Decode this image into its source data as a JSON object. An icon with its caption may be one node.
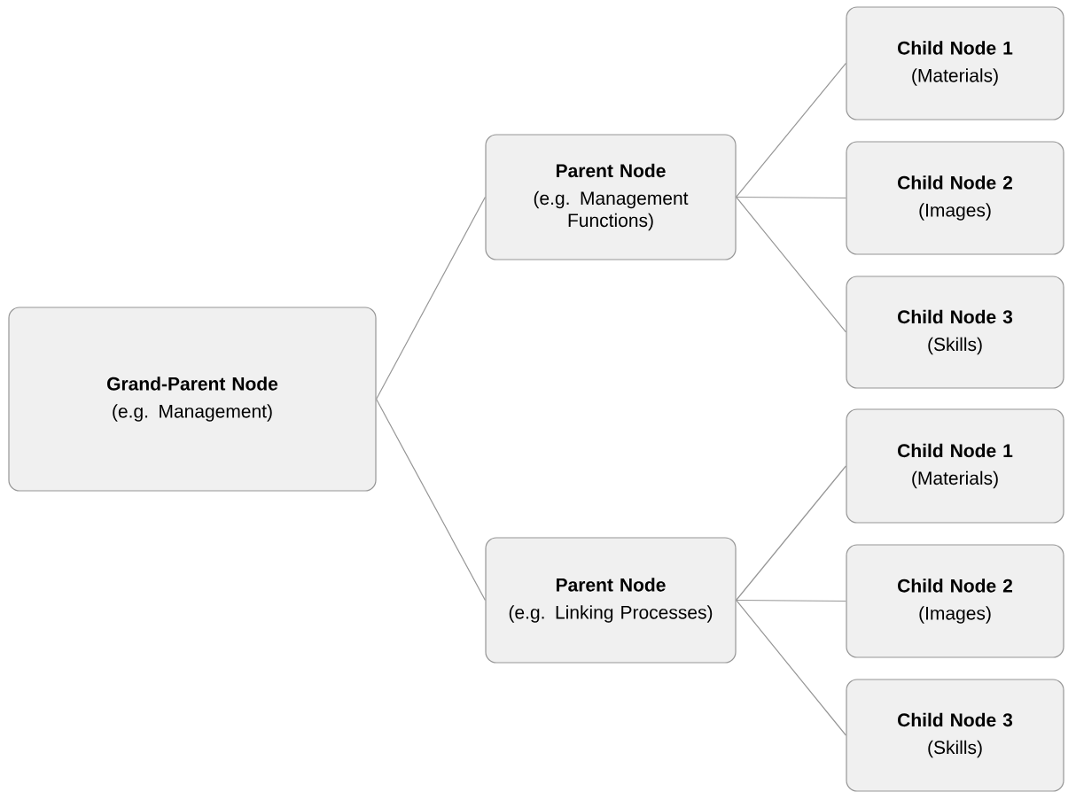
{
  "diagram": {
    "nodes": [
      {
        "text": [
          "Grand-Parent Node",
          "(e.g. Management)"
        ]
      },
      {
        "text": [
          "Parent Node",
          "(e.g. Management Functions)"
        ]
      },
      {
        "text": [
          "Child Node 1",
          "(Materials)"
        ]
      },
      {
        "text": [
          "Child Node 2",
          "(Images)"
        ]
      },
      {
        "text": [
          "Child Node 3",
          "(Skills)"
        ]
      },
      {
        "text": [
          "Parent Node",
          "(e.g. Linking Processes)"
        ]
      },
      {
        "text": [
          "Child Node 1",
          "(Materials)"
        ]
      },
      {
        "text": [
          "Child Node 2",
          "(Images)"
        ]
      },
      {
        "text": [
          "Child Node 3",
          "(Skills)"
        ]
      }
    ],
    "edges": [
      {
        "from": 0,
        "to": 1,
        "arrow": "none"
      },
      {
        "from": 0,
        "to": 5,
        "arrow": "none"
      },
      {
        "from": 1,
        "to": 2,
        "arrow": "none"
      },
      {
        "from": 1,
        "to": 3,
        "arrow": "none"
      },
      {
        "from": 1,
        "to": 4,
        "arrow": "none"
      },
      {
        "from": 5,
        "to": 6,
        "arrow": "none"
      },
      {
        "from": 5,
        "to": 7,
        "arrow": "none"
      },
      {
        "from": 5,
        "to": 8,
        "arrow": "none"
      }
    ]
  }
}
